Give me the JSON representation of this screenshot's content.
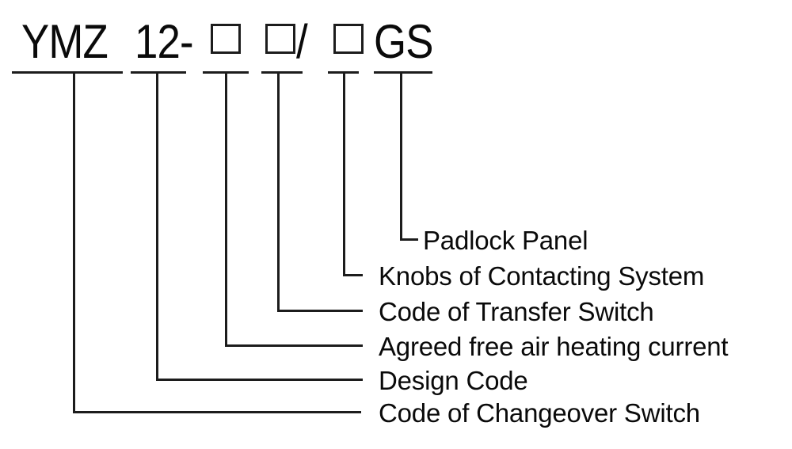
{
  "code": {
    "full_code": "YMZ 12-□ □/□GS",
    "series": "YMZ",
    "design_number": "12-",
    "separator": "/",
    "suffix": "GS",
    "placeholder_symbol": "□"
  },
  "explanations": [
    {
      "for_segment": "GS",
      "meaning": "Padlock Panel"
    },
    {
      "for_segment": "□ (3)",
      "meaning": "Knobs of Contacting System"
    },
    {
      "for_segment": "□ (2)",
      "meaning": "Code of Transfer Switch"
    },
    {
      "for_segment": "□ (1)",
      "meaning": "Agreed free air heating current"
    },
    {
      "for_segment": "12",
      "meaning": "Design Code"
    },
    {
      "for_segment": "YMZ",
      "meaning": "Code of Changeover Switch"
    }
  ],
  "colors": {
    "line": "#1c1c1c",
    "text": "#0a0a0a",
    "background": "#ffffff"
  }
}
